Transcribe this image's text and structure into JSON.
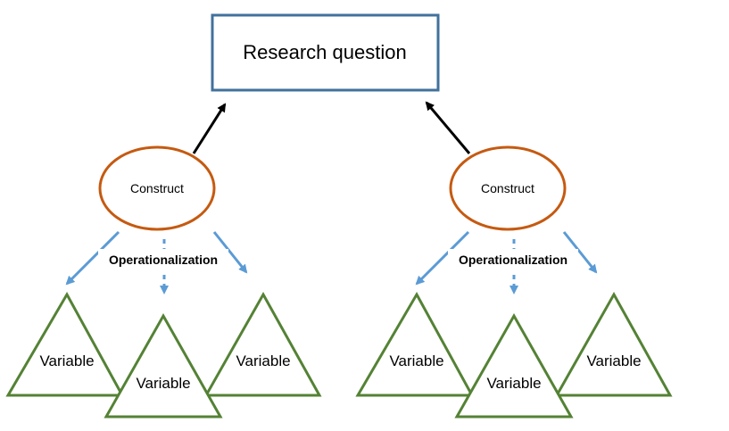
{
  "research_question": {
    "label": "Research question",
    "border_color": "#41719C"
  },
  "left_group": {
    "construct_label": "Construct",
    "operationalization_label": "Operationalization",
    "variables": [
      "Variable",
      "Variable",
      "Variable"
    ]
  },
  "right_group": {
    "construct_label": "Construct",
    "operationalization_label": "Operationalization",
    "variables": [
      "Variable",
      "Variable",
      "Variable"
    ]
  },
  "colors": {
    "construct_border": "#C55A11",
    "variable_border": "#548235",
    "operationalization_arrow": "#5B9BD5",
    "construct_arrow": "#000000"
  }
}
